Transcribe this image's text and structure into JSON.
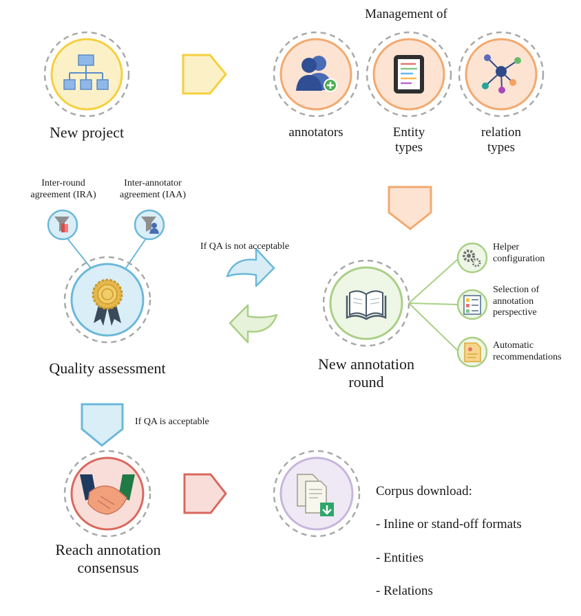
{
  "steps": {
    "new_project": "New project",
    "management_header": "Management of",
    "annotators": "annotators",
    "entity_types": "Entity\ntypes",
    "relation_types": "relation\ntypes",
    "new_annotation_round": "New annotation\nround",
    "quality_assessment": "Quality assessment",
    "reach_consensus": "Reach annotation\nconsensus"
  },
  "agreements": {
    "ira": "Inter-round\nagreement (IRA)",
    "iaa": "Inter-annotator\nagreement (IAA)"
  },
  "loop": {
    "not_acceptable": "If QA is not acceptable",
    "acceptable": "If QA is acceptable"
  },
  "round_options": [
    {
      "label": "Helper\nconfiguration",
      "icon": "gears-icon"
    },
    {
      "label": "Selection of\nannotation\nperspective",
      "icon": "checklist-icon"
    },
    {
      "label": "Automatic\nrecommendations",
      "icon": "recommendation-doc-icon"
    }
  ],
  "download": {
    "title": "Corpus download:",
    "items": [
      "- Inline or stand-off formats",
      "- Entities",
      "- Relations"
    ]
  },
  "icons": {
    "new_project": "org-chart-icon",
    "annotators": "add-user-icon",
    "entity_types": "document-list-icon",
    "relation_types": "network-graph-icon",
    "new_annotation_round": "open-book-icon",
    "quality_assessment": "award-badge-icon",
    "ira": "funnel-books-icon",
    "iaa": "funnel-users-icon",
    "reach_consensus": "handshake-icon",
    "download": "download-document-icon",
    "loop_forward": "curved-arrow-right-icon",
    "loop_back": "curved-arrow-left-icon"
  },
  "colors": {
    "yellow": "#F5CF3E",
    "orange": "#F2A96F",
    "blue": "#6BB8D8",
    "green": "#A9CF85",
    "red": "#D9675F",
    "purple": "#C6B6DA",
    "dashed_ring": "#A8A8A8"
  }
}
